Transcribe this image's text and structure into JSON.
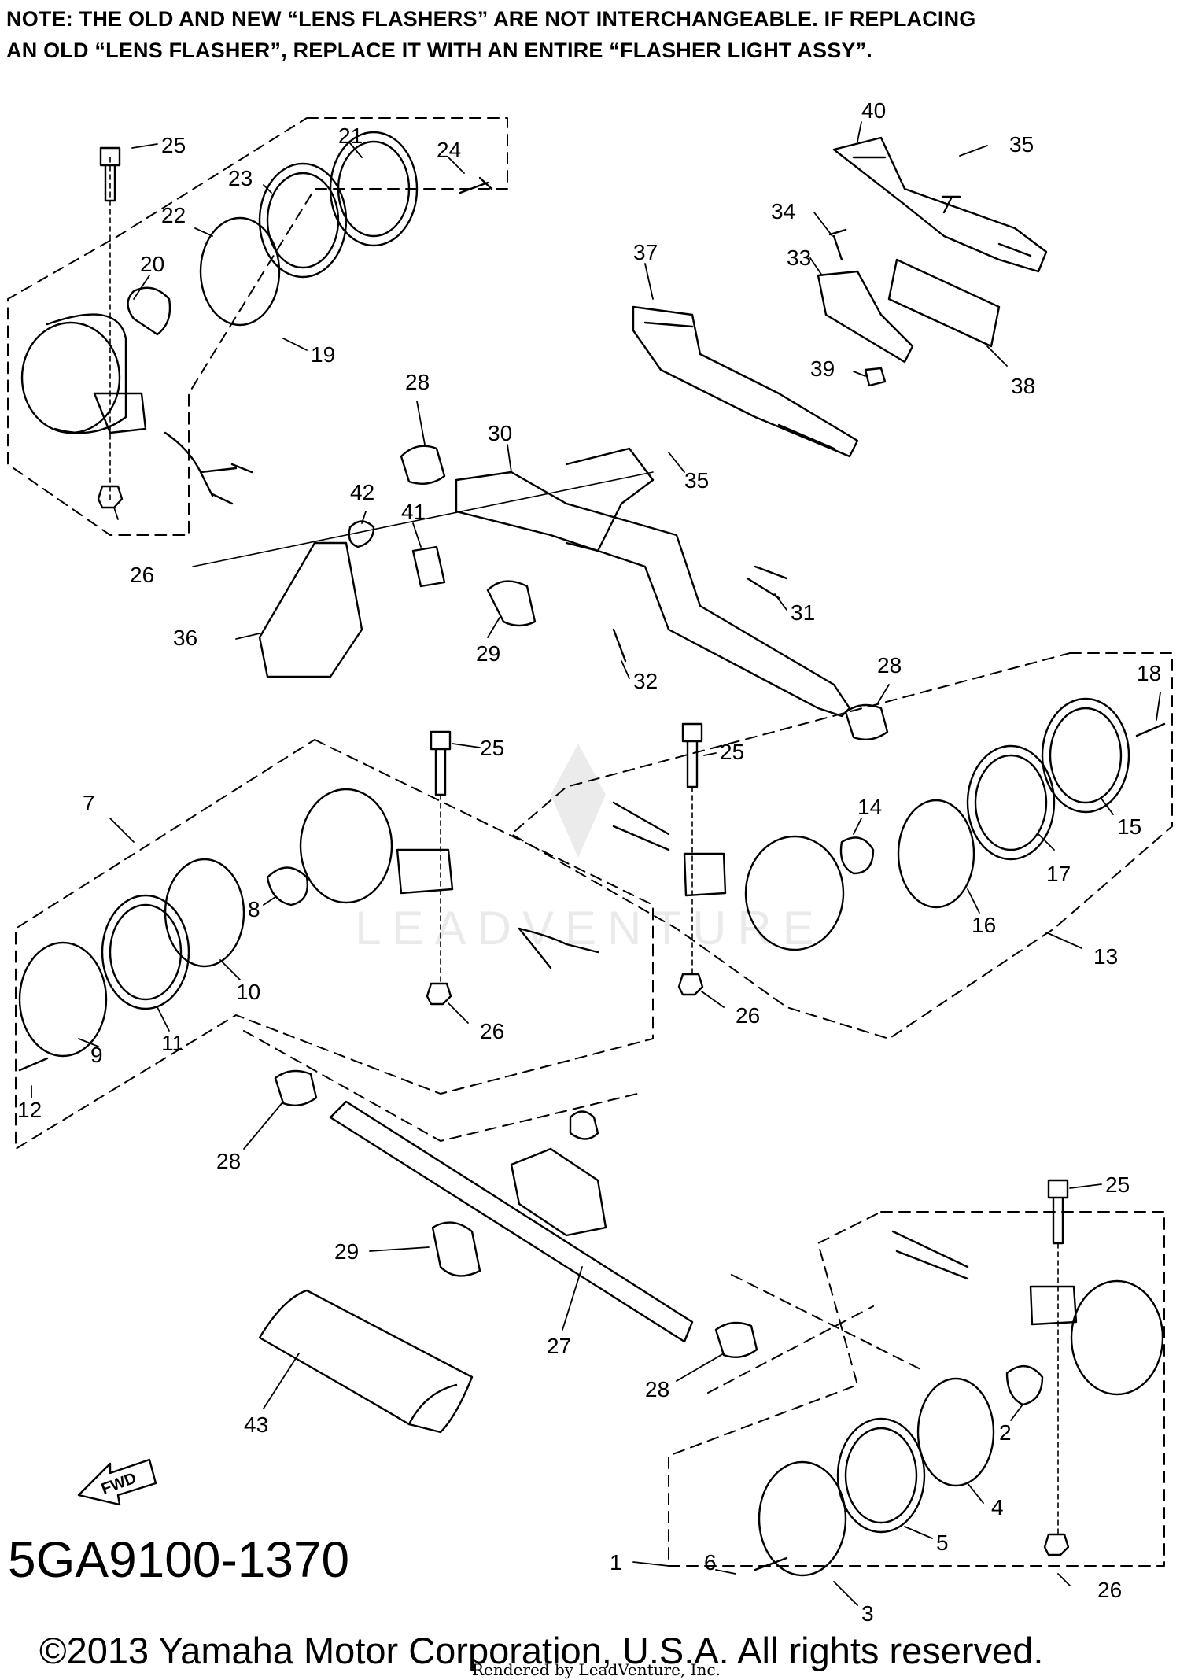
{
  "note": {
    "line1": "NOTE: THE OLD AND NEW “LENS FLASHERS” ARE NOT INTERCHANGEABLE. IF REPLACING",
    "line2": "AN OLD “LENS FLASHER”, REPLACE IT WITH AN ENTIRE “FLASHER LIGHT ASSY”."
  },
  "diagram_code": "5GA9100-1370",
  "fwd_label": "FWD",
  "watermark": "LEADVENTURE",
  "copyright": "©2013 Yamaha Motor Corporation, U.S.A. All rights reserved.",
  "rendered_by": "Rendered by LeadVenture, Inc.",
  "callouts": [
    {
      "id": "c25a",
      "label": "25"
    },
    {
      "id": "c21",
      "label": "21"
    },
    {
      "id": "c24",
      "label": "24"
    },
    {
      "id": "c23",
      "label": "23"
    },
    {
      "id": "c22",
      "label": "22"
    },
    {
      "id": "c20",
      "label": "20"
    },
    {
      "id": "c19",
      "label": "19"
    },
    {
      "id": "c26a",
      "label": "26"
    },
    {
      "id": "c40",
      "label": "40"
    },
    {
      "id": "c35a",
      "label": "35"
    },
    {
      "id": "c34",
      "label": "34"
    },
    {
      "id": "c37",
      "label": "37"
    },
    {
      "id": "c33",
      "label": "33"
    },
    {
      "id": "c39",
      "label": "39"
    },
    {
      "id": "c38",
      "label": "38"
    },
    {
      "id": "c28a",
      "label": "28"
    },
    {
      "id": "c30",
      "label": "30"
    },
    {
      "id": "c35b",
      "label": "35"
    },
    {
      "id": "c42",
      "label": "42"
    },
    {
      "id": "c41",
      "label": "41"
    },
    {
      "id": "c36",
      "label": "36"
    },
    {
      "id": "c29a",
      "label": "29"
    },
    {
      "id": "c31",
      "label": "31"
    },
    {
      "id": "c32",
      "label": "32"
    },
    {
      "id": "c28b",
      "label": "28"
    },
    {
      "id": "c18",
      "label": "18"
    },
    {
      "id": "c25b",
      "label": "25"
    },
    {
      "id": "c25c",
      "label": "25"
    },
    {
      "id": "c14",
      "label": "14"
    },
    {
      "id": "c15",
      "label": "15"
    },
    {
      "id": "c17",
      "label": "17"
    },
    {
      "id": "c16",
      "label": "16"
    },
    {
      "id": "c13",
      "label": "13"
    },
    {
      "id": "c26b",
      "label": "26"
    },
    {
      "id": "c7",
      "label": "7"
    },
    {
      "id": "c8",
      "label": "8"
    },
    {
      "id": "c10",
      "label": "10"
    },
    {
      "id": "c26c",
      "label": "26"
    },
    {
      "id": "c11",
      "label": "11"
    },
    {
      "id": "c9",
      "label": "9"
    },
    {
      "id": "c12",
      "label": "12"
    },
    {
      "id": "c28c",
      "label": "28"
    },
    {
      "id": "c29b",
      "label": "29"
    },
    {
      "id": "c27",
      "label": "27"
    },
    {
      "id": "c43",
      "label": "43"
    },
    {
      "id": "c28d",
      "label": "28"
    },
    {
      "id": "c25d",
      "label": "25"
    },
    {
      "id": "c2",
      "label": "2"
    },
    {
      "id": "c1",
      "label": "1"
    },
    {
      "id": "c4",
      "label": "4"
    },
    {
      "id": "c5",
      "label": "5"
    },
    {
      "id": "c6",
      "label": "6"
    },
    {
      "id": "c3",
      "label": "3"
    },
    {
      "id": "c26d",
      "label": "26"
    }
  ]
}
